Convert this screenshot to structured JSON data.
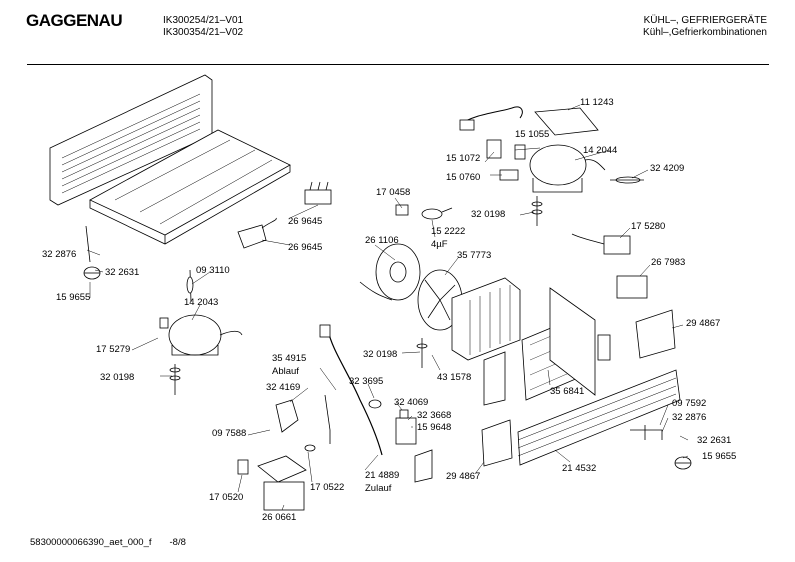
{
  "header": {
    "brand": "GAGGENAU",
    "models": [
      "IK300254/21–V01",
      "IK300354/21–V02"
    ],
    "category": [
      "KÜHL–, GEFRIERGERÄTE",
      "Kühl–,Gefrierkombinationen"
    ]
  },
  "footer": {
    "doc_id": "58300000066390_aet_000_f",
    "page": "-8/8"
  },
  "labels": {
    "l_111243": "11 1243",
    "l_151055": "15 1055",
    "l_151072": "15 1072",
    "l_150760": "15 0760",
    "l_142044": "14 2044",
    "l_324209": "32 4209",
    "l_170458": "17 0458",
    "l_320198_a": "32 0198",
    "l_152222": "15 2222",
    "l_4uf": "4µF",
    "l_269645_a": "26 9645",
    "l_269645_b": "26 9645",
    "l_261106": "26 1106",
    "l_357773": "35 7773",
    "l_175280": "17 5280",
    "l_267983": "26 7983",
    "l_322876_a": "32 2876",
    "l_322631_a": "32 2631",
    "l_093110": "09 3110",
    "l_159655_a": "15 9655",
    "l_142043": "14 2043",
    "l_175279": "17 5279",
    "l_320198_b": "32 0198",
    "l_320198_c": "32 0198",
    "l_431578": "43 1578",
    "l_294867_a": "29 4867",
    "l_354915": "35 4915",
    "l_ablauf": "Ablauf",
    "l_324169": "32 4169",
    "l_323695": "32 3695",
    "l_324069": "32 4069",
    "l_323668": "32 3668",
    "l_159648": "15 9648",
    "l_356841": "35 6841",
    "l_097592": "09 7592",
    "l_322876_b": "32 2876",
    "l_322631_b": "32 2631",
    "l_159655_b": "15 9655",
    "l_097588": "09 7588",
    "l_170520": "17 0520",
    "l_170522": "17 0522",
    "l_214889": "21 4889",
    "l_zulauf": "Zulauf",
    "l_294867_b": "29 4867",
    "l_214532": "21 4532",
    "l_260661": "26 0661"
  }
}
